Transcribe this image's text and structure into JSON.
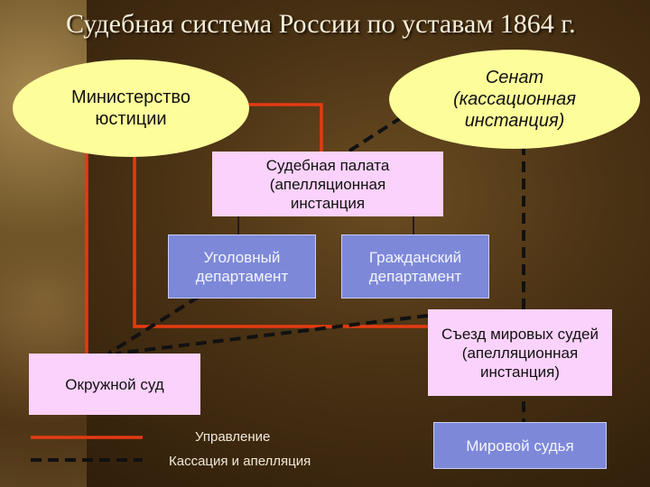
{
  "title": "Судебная система России по уставам 1864 г.",
  "nodes": {
    "ministry": "Министерство юстиции",
    "senate": "Сенат (кассационная инстанция)",
    "chamber": "Судебная палата (апелляционная инстанция",
    "criminal": "Уголовный департамент",
    "civil": "Гражданский департамент",
    "congress": "Съезд мировых судей (апелляционная инстанция)",
    "district": "Окружной суд",
    "justice": "Мировой судья"
  },
  "legend": {
    "management": "Управление",
    "cassation": "Кассация и апелляция"
  },
  "colors": {
    "management_line": "#e43b12",
    "cassation_line": "#111111",
    "oval_fill": "#fdfd9a",
    "box_fill": "#fad2fb",
    "dept_fill": "#7d89d8"
  }
}
